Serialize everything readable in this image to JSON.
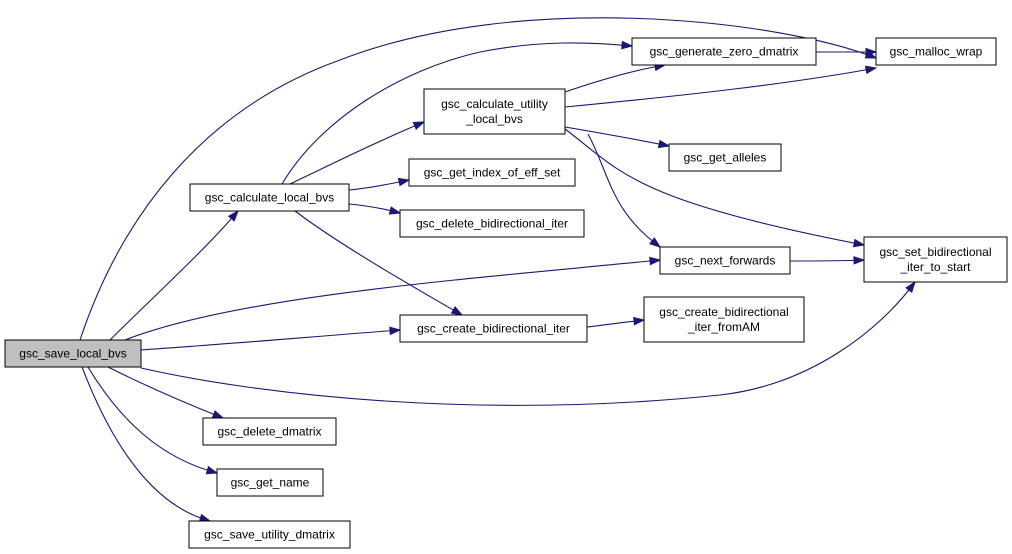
{
  "nodes": {
    "save_local_bvs": {
      "lines": [
        "gsc_save_local_bvs"
      ],
      "root": true
    },
    "calculate_local_bvs": {
      "lines": [
        "gsc_calculate_local_bvs"
      ]
    },
    "calculate_utility_local_bvs": {
      "lines": [
        "gsc_calculate_utility",
        "_local_bvs"
      ]
    },
    "generate_zero_dmatrix": {
      "lines": [
        "gsc_generate_zero_dmatrix"
      ]
    },
    "malloc_wrap": {
      "lines": [
        "gsc_malloc_wrap"
      ]
    },
    "get_alleles": {
      "lines": [
        "gsc_get_alleles"
      ]
    },
    "get_index_of_eff_set": {
      "lines": [
        "gsc_get_index_of_eff_set"
      ]
    },
    "delete_bidirectional_iter": {
      "lines": [
        "gsc_delete_bidirectional_iter"
      ]
    },
    "next_forwards": {
      "lines": [
        "gsc_next_forwards"
      ]
    },
    "set_bidirectional_iter_to_start": {
      "lines": [
        "gsc_set_bidirectional",
        "_iter_to_start"
      ]
    },
    "create_bidirectional_iter": {
      "lines": [
        "gsc_create_bidirectional_iter"
      ]
    },
    "create_bidirectional_iter_fromAM": {
      "lines": [
        "gsc_create_bidirectional",
        "_iter_fromAM"
      ]
    },
    "delete_dmatrix": {
      "lines": [
        "gsc_delete_dmatrix"
      ]
    },
    "get_name": {
      "lines": [
        "gsc_get_name"
      ]
    },
    "save_utility_dmatrix": {
      "lines": [
        "gsc_save_utility_dmatrix"
      ]
    }
  },
  "edges": [
    {
      "from": "save_local_bvs",
      "to": "calculate_local_bvs"
    },
    {
      "from": "save_local_bvs",
      "to": "malloc_wrap"
    },
    {
      "from": "save_local_bvs",
      "to": "next_forwards"
    },
    {
      "from": "save_local_bvs",
      "to": "create_bidirectional_iter"
    },
    {
      "from": "save_local_bvs",
      "to": "set_bidirectional_iter_to_start"
    },
    {
      "from": "save_local_bvs",
      "to": "delete_dmatrix"
    },
    {
      "from": "save_local_bvs",
      "to": "get_name"
    },
    {
      "from": "save_local_bvs",
      "to": "save_utility_dmatrix"
    },
    {
      "from": "calculate_local_bvs",
      "to": "calculate_utility_local_bvs"
    },
    {
      "from": "calculate_local_bvs",
      "to": "generate_zero_dmatrix"
    },
    {
      "from": "calculate_local_bvs",
      "to": "get_index_of_eff_set"
    },
    {
      "from": "calculate_local_bvs",
      "to": "delete_bidirectional_iter"
    },
    {
      "from": "calculate_local_bvs",
      "to": "create_bidirectional_iter"
    },
    {
      "from": "calculate_utility_local_bvs",
      "to": "generate_zero_dmatrix"
    },
    {
      "from": "calculate_utility_local_bvs",
      "to": "malloc_wrap"
    },
    {
      "from": "calculate_utility_local_bvs",
      "to": "get_alleles"
    },
    {
      "from": "calculate_utility_local_bvs",
      "to": "next_forwards"
    },
    {
      "from": "calculate_utility_local_bvs",
      "to": "set_bidirectional_iter_to_start"
    },
    {
      "from": "generate_zero_dmatrix",
      "to": "malloc_wrap"
    },
    {
      "from": "next_forwards",
      "to": "set_bidirectional_iter_to_start"
    },
    {
      "from": "create_bidirectional_iter",
      "to": "create_bidirectional_iter_fromAM"
    }
  ]
}
